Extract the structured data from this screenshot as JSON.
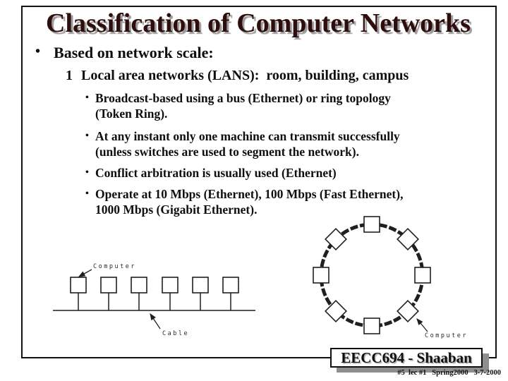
{
  "colors": {
    "title-color": "#2e0d0d",
    "title-shadow": "#9a9a9a",
    "text-color": "#0f0f0f",
    "border-color": "#111111",
    "footer-shadow": "#8f8f8f",
    "diagram-ink": "#1f1f1f"
  },
  "content": {
    "title": "Classification of Computer Networks",
    "bullet_char": "•",
    "level1": "Based on network scale:",
    "item": {
      "number": "1",
      "text": "Local area networks (LANS):  room, building, campus"
    },
    "sub_bullets": [
      {
        "lines": [
          "Broadcast-based using a bus (Ethernet) or ring topology",
          "(Token Ring)."
        ]
      },
      {
        "lines": [
          "At any instant only one machine can transmit successfully",
          "(unless switches are used to segment the network)."
        ]
      },
      {
        "lines": [
          "Conflict arbitration is usually used (Ethernet)"
        ]
      },
      {
        "lines": [
          "Operate at 10 Mbps (Ethernet), 100 Mbps (Fast Ethernet),",
          "1000 Mbps (Gigabit Ethernet)."
        ]
      }
    ]
  },
  "diagrams": {
    "bus": {
      "computer_label": "Computer",
      "cable_label": "Cable",
      "node_count": 6
    },
    "ring": {
      "computer_label": "Computer",
      "node_count": 8
    }
  },
  "footer": {
    "course": "EECC694 - Shaaban",
    "meta": "#5  lec #1   Spring2000   3-7-2000"
  }
}
